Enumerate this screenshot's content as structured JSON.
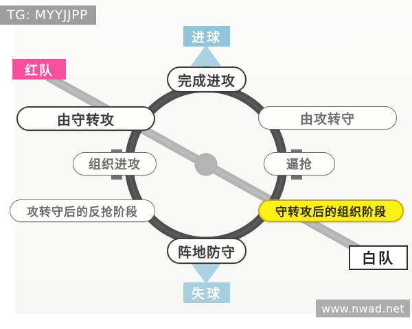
{
  "watermarks": {
    "top_left": "TG: MYYJJPP",
    "bottom_right": "www.nwad.net"
  },
  "teams": {
    "red": "红队",
    "white": "白队"
  },
  "outcomes": {
    "top": "进球",
    "bottom": "失球"
  },
  "cycle": {
    "top": "完成进攻",
    "bottom": "阵地防守",
    "left_transition": "由守转攻",
    "right_transition": "由攻转守",
    "left_inner": "组织进攻",
    "right_inner": "逼抢",
    "left_phase": "攻转守后的反抢阶段",
    "right_phase": "守转攻后的组织阶段"
  },
  "colors": {
    "ring": "#4f4f4f",
    "diagonal": "#b0b0b0",
    "highlight_yellow": "#faf216",
    "team_red": "#f5509b",
    "outcome_blue": "#8fc6dd",
    "watermark_gray": "#9e9e9e"
  },
  "icons": {
    "arrow_up": "arrow-up-icon",
    "arrow_down": "arrow-down-icon",
    "hub": "center-hub-icon"
  }
}
